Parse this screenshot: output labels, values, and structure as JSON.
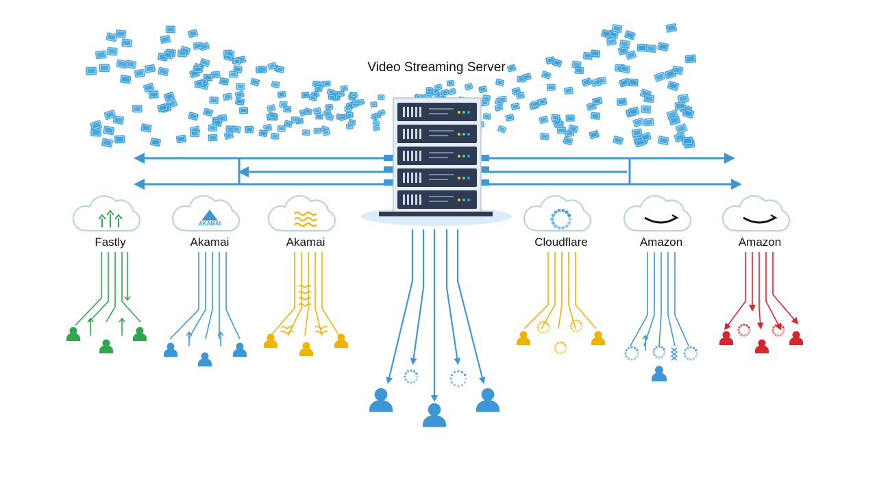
{
  "title": "Video Streaming Server",
  "colors": {
    "blue": "#3d97d6",
    "green": "#2ea84a",
    "yellow": "#f0b400",
    "red": "#d8262e",
    "server": "#2f3b52",
    "packet": "#3aa0da",
    "cloud_stroke": "#b9d2e6",
    "text": "#111111"
  },
  "providers": [
    {
      "label": "Fastly",
      "color": "green",
      "icon": "upload-arrows-icon"
    },
    {
      "label": "Akamai",
      "color": "blue",
      "icon": "akamai-logo-icon"
    },
    {
      "label": "Akamai",
      "color": "yellow",
      "icon": "wave-icon"
    },
    {
      "label": "Cloudflare",
      "color": "blue",
      "icon": "spinner-icon"
    },
    {
      "label": "Amazon",
      "color": "black",
      "icon": "amazon-smile-icon"
    },
    {
      "label": "Amazon",
      "color": "black",
      "icon": "amazon-smile-icon"
    }
  ]
}
